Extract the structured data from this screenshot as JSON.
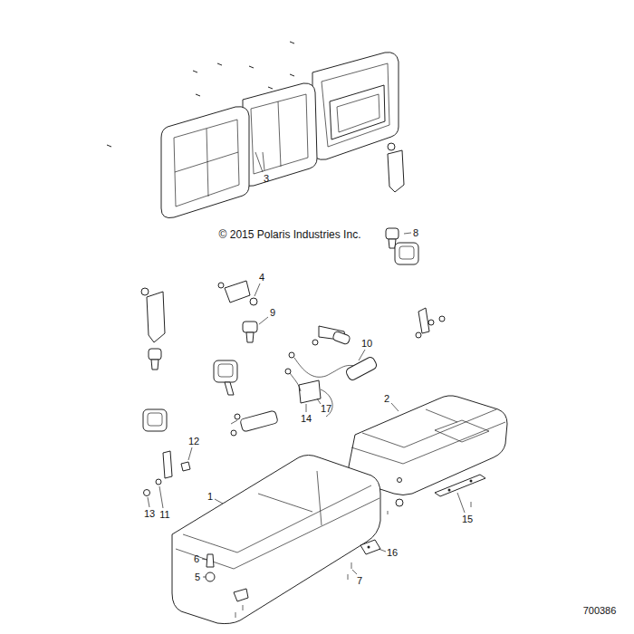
{
  "diagram": {
    "labels": [
      "3",
      "8",
      "© 2015 Polaris Industries Inc.",
      "4",
      "9",
      "10",
      "17",
      "14",
      "2",
      "12",
      "1",
      "13",
      "11",
      "15",
      "16",
      "6",
      "7",
      "5",
      "700386"
    ]
  }
}
